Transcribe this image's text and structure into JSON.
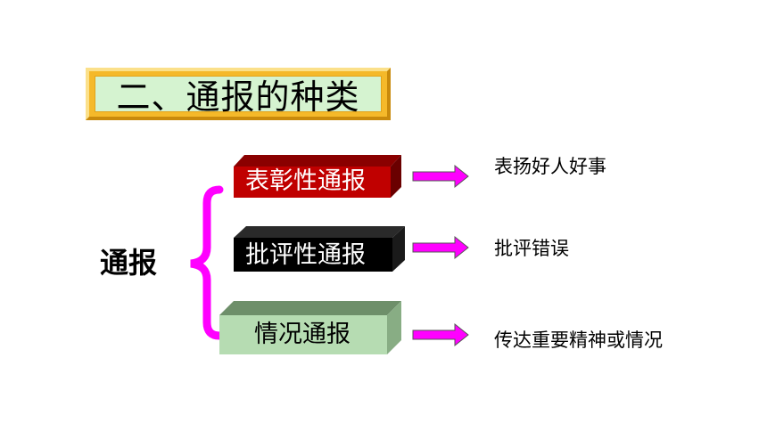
{
  "title": "二、通报的种类",
  "root": "通报",
  "categories": [
    {
      "label": "表彰性通报",
      "description": "表扬好人好事",
      "face": "#c00000",
      "top": "#8a0000",
      "side": "#6a0000",
      "text": "#ffffff"
    },
    {
      "label": "批评性通报",
      "description": "批评错误",
      "face": "#000000",
      "top": "#2a2a2a",
      "side": "#1a1a1a",
      "text": "#ffffff"
    },
    {
      "label": "情况通报",
      "description": "传达重要精神或情况",
      "face": "#b6dcb2",
      "top": "#6e8f6a",
      "side": "#88ad84",
      "text": "#000000"
    }
  ],
  "colors": {
    "brace": "#ff00ff",
    "arrow": "#ff00ff",
    "arrow_outline": "#555555",
    "title_frame": "#f5b92a",
    "title_bg": "#d5f3d0"
  }
}
